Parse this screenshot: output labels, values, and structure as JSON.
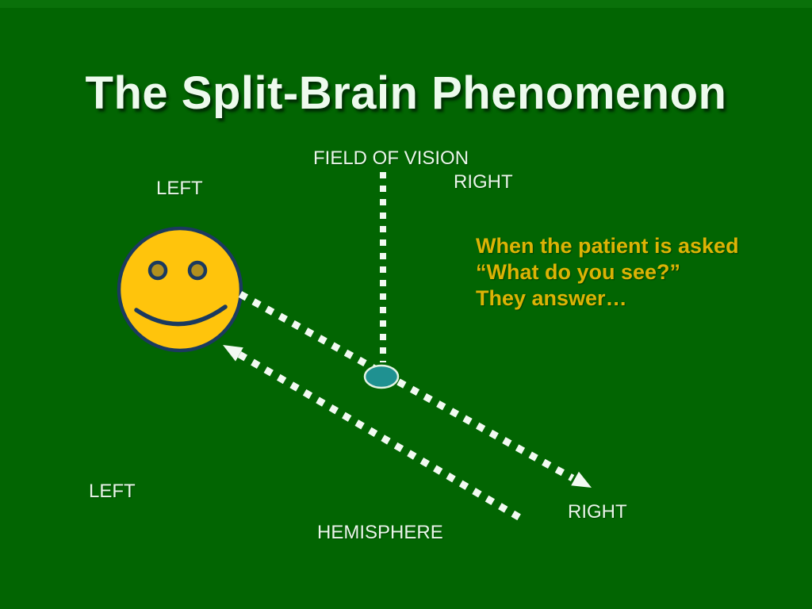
{
  "slide": {
    "title": "The Split-Brain Phenomenon",
    "labels": {
      "field_of_vision": "FIELD OF VISION",
      "left_top": "LEFT",
      "right_top": "RIGHT",
      "left_bottom": "LEFT",
      "hemisphere": "HEMISPHERE",
      "right_bottom": "RIGHT"
    },
    "annotation": {
      "line1": "When the patient is asked",
      "line2": "“What do you see?”",
      "line3": "They answer…"
    },
    "icons": {
      "face": "smiley-face-icon",
      "stimulus": "stimulus-dot",
      "divider": "field-of-vision-divider-dashed-line",
      "arrow_to_right_hemisphere": "dashed-arrow-to-right-hemisphere",
      "arrow_to_face": "dashed-arrow-to-left-visual-field"
    },
    "colors": {
      "background": "#026502",
      "top_stripe": "#0a710a",
      "title_text": "#edfaed",
      "label_text": "#e9f6e9",
      "annotation_text": "#dcb305",
      "dash": "#f2faf2",
      "face_fill": "#ffc40c",
      "face_outline": "#1b3a5f",
      "eye_fill": "#b2901e",
      "ellipse_fill": "#1f9191",
      "ellipse_outline": "#e3f3e3"
    }
  }
}
